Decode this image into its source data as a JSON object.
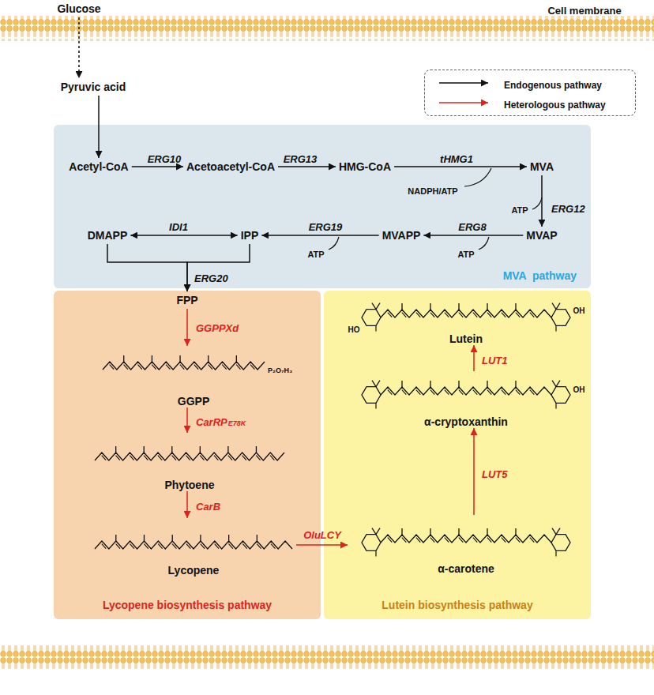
{
  "diagram": {
    "nodes": [
      {
        "text": [
          "Glucose"
        ]
      },
      {
        "text": [
          "Pyruvic acid"
        ]
      },
      {
        "text": [
          "MVA  pathway"
        ]
      },
      {
        "text": [
          "Acetyl-CoA"
        ],
        "in": 2
      },
      {
        "text": [
          "Acetoacetyl-CoA"
        ],
        "in": 2
      },
      {
        "text": [
          "HMG-CoA"
        ],
        "in": 2
      },
      {
        "text": [
          "MVA"
        ],
        "in": 2
      },
      {
        "text": [
          "MVAP"
        ],
        "in": 2
      },
      {
        "text": [
          "MVAPP"
        ],
        "in": 2
      },
      {
        "text": [
          "IPP"
        ],
        "in": 2
      },
      {
        "text": [
          "DMAPP"
        ],
        "in": 2
      },
      {
        "text": [
          "Lycopene biosynthesis pathway"
        ]
      },
      {
        "text": [
          "FPP"
        ],
        "in": 11
      },
      {
        "text": [
          "GGPP"
        ],
        "in": 11
      },
      {
        "text": [
          "Phytoene"
        ],
        "in": 11
      },
      {
        "text": [
          "Lycopene"
        ],
        "in": 11
      },
      {
        "text": [
          "Lutein biosynthesis pathway"
        ]
      },
      {
        "text": [
          "α-carotene"
        ],
        "in": 16
      },
      {
        "text": [
          "α-cryptoxanthin"
        ],
        "in": 16
      },
      {
        "text": [
          "Lutein"
        ],
        "in": 16
      }
    ],
    "edges": [
      {
        "from": 0,
        "to": 1,
        "arrow": "to"
      },
      {
        "from": 1,
        "to": 3,
        "arrow": "to"
      },
      {
        "from": 3,
        "to": 4,
        "label": "ERG10",
        "arrow": "to"
      },
      {
        "from": 4,
        "to": 5,
        "label": "ERG13",
        "arrow": "to"
      },
      {
        "from": 5,
        "to": 6,
        "label": "tHMG1",
        "arrow": "to"
      },
      {
        "from": 6,
        "to": 7,
        "label": "ERG12",
        "arrow": "to"
      },
      {
        "from": 7,
        "to": 8,
        "label": "ERG8",
        "arrow": "to"
      },
      {
        "from": 8,
        "to": 9,
        "label": "ERG19",
        "arrow": "to"
      },
      {
        "from": 9,
        "to": 10,
        "label": "IDI1",
        "arrow": "both"
      },
      {
        "from": 10,
        "to": 12,
        "label": "ERG20",
        "arrow": "to"
      },
      {
        "from": 9,
        "to": 12,
        "arrow": "to"
      },
      {
        "from": 12,
        "to": 13,
        "label": "GGPPXd",
        "arrow": "to"
      },
      {
        "from": 13,
        "to": 14,
        "label": "CarRP",
        "arrow": "to"
      },
      {
        "from": 14,
        "to": 15,
        "label": "CarB",
        "arrow": "to"
      },
      {
        "from": 15,
        "to": 17,
        "label": "OluLCY",
        "arrow": "to"
      },
      {
        "from": 17,
        "to": 18,
        "label": "LUT5",
        "arrow": "to"
      },
      {
        "from": 18,
        "to": 19,
        "label": "LUT1",
        "arrow": "to"
      }
    ],
    "labels": [
      "Cell membrane",
      "NADPH/ATP",
      "ATP",
      "ATP",
      "ATP",
      "E78K",
      "P₂O₇H₃",
      "HO",
      "OH",
      "OH"
    ],
    "legend": [
      {
        "text": "Endogenous pathway"
      },
      {
        "text": "Heterologous pathway"
      }
    ]
  }
}
